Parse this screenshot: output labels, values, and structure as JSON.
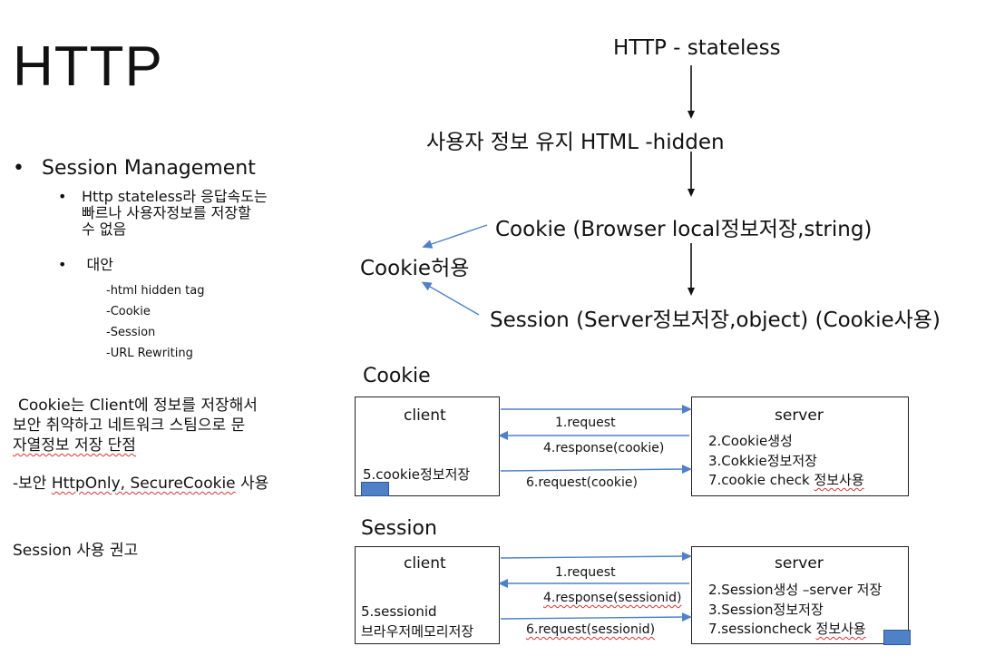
{
  "title": "HTTP",
  "left": {
    "bullet_main": "Session Management",
    "sub1_line1": "Http stateless라 응답속도는",
    "sub1_line2": "빠르나 사용자정보를 저장할",
    "sub1_line3": "수 없음",
    "sub2": "대안",
    "alternatives": [
      "-html hidden tag",
      "-Cookie",
      "-Session",
      "-URL Rewriting"
    ],
    "cookie_note_line1": "Cookie는 Client에 정보를 저장해서",
    "cookie_note_line2": "보안 취약하고 네트워크 스팀으로 문",
    "cookie_note_line3": "자열정보 저장 단점",
    "security_prefix": "-보안 ",
    "security_terms": "HttpOnly, SecureCookie",
    "security_suffix": " 사용",
    "recommend": "Session 사용 권고"
  },
  "flow": {
    "step1": "HTTP - stateless",
    "step2": "사용자 정보 유지 HTML -hidden",
    "step3": "Cookie (Browser local정보저장,string)",
    "step4": "Session (Server정보저장,object) (Cookie사용)",
    "cookie_allow": "Cookie허용"
  },
  "cookie_diagram": {
    "heading": "Cookie",
    "client": "client",
    "server": "server",
    "client_note": "5.cookie정보저장",
    "msg1": "1.request",
    "msg2": "4.response(cookie)",
    "msg3": "6.request(cookie)",
    "server_line1": "2.Cookie생성",
    "server_line2": "3.Cokkie정보저장",
    "server_line3_prefix": "7.cookie check ",
    "server_line3_suffix": "정보사용"
  },
  "session_diagram": {
    "heading": "Session",
    "client": "client",
    "server": "server",
    "client_note1": "5.sessionid",
    "client_note2": "브라우저메모리저장",
    "msg1": "1.request",
    "msg2": "4.response(sessionid)",
    "msg3": "6.request(sessionid)",
    "server_line1": "2.Session생성 –server 저장",
    "server_line2": "3.Session정보저장",
    "server_line3_prefix": "7.sessioncheck ",
    "server_line3_suffix": "정보사용"
  },
  "colors": {
    "arrow_blue": "#4f81c7",
    "arrow_black": "#111111",
    "squiggle": "#d33333"
  }
}
